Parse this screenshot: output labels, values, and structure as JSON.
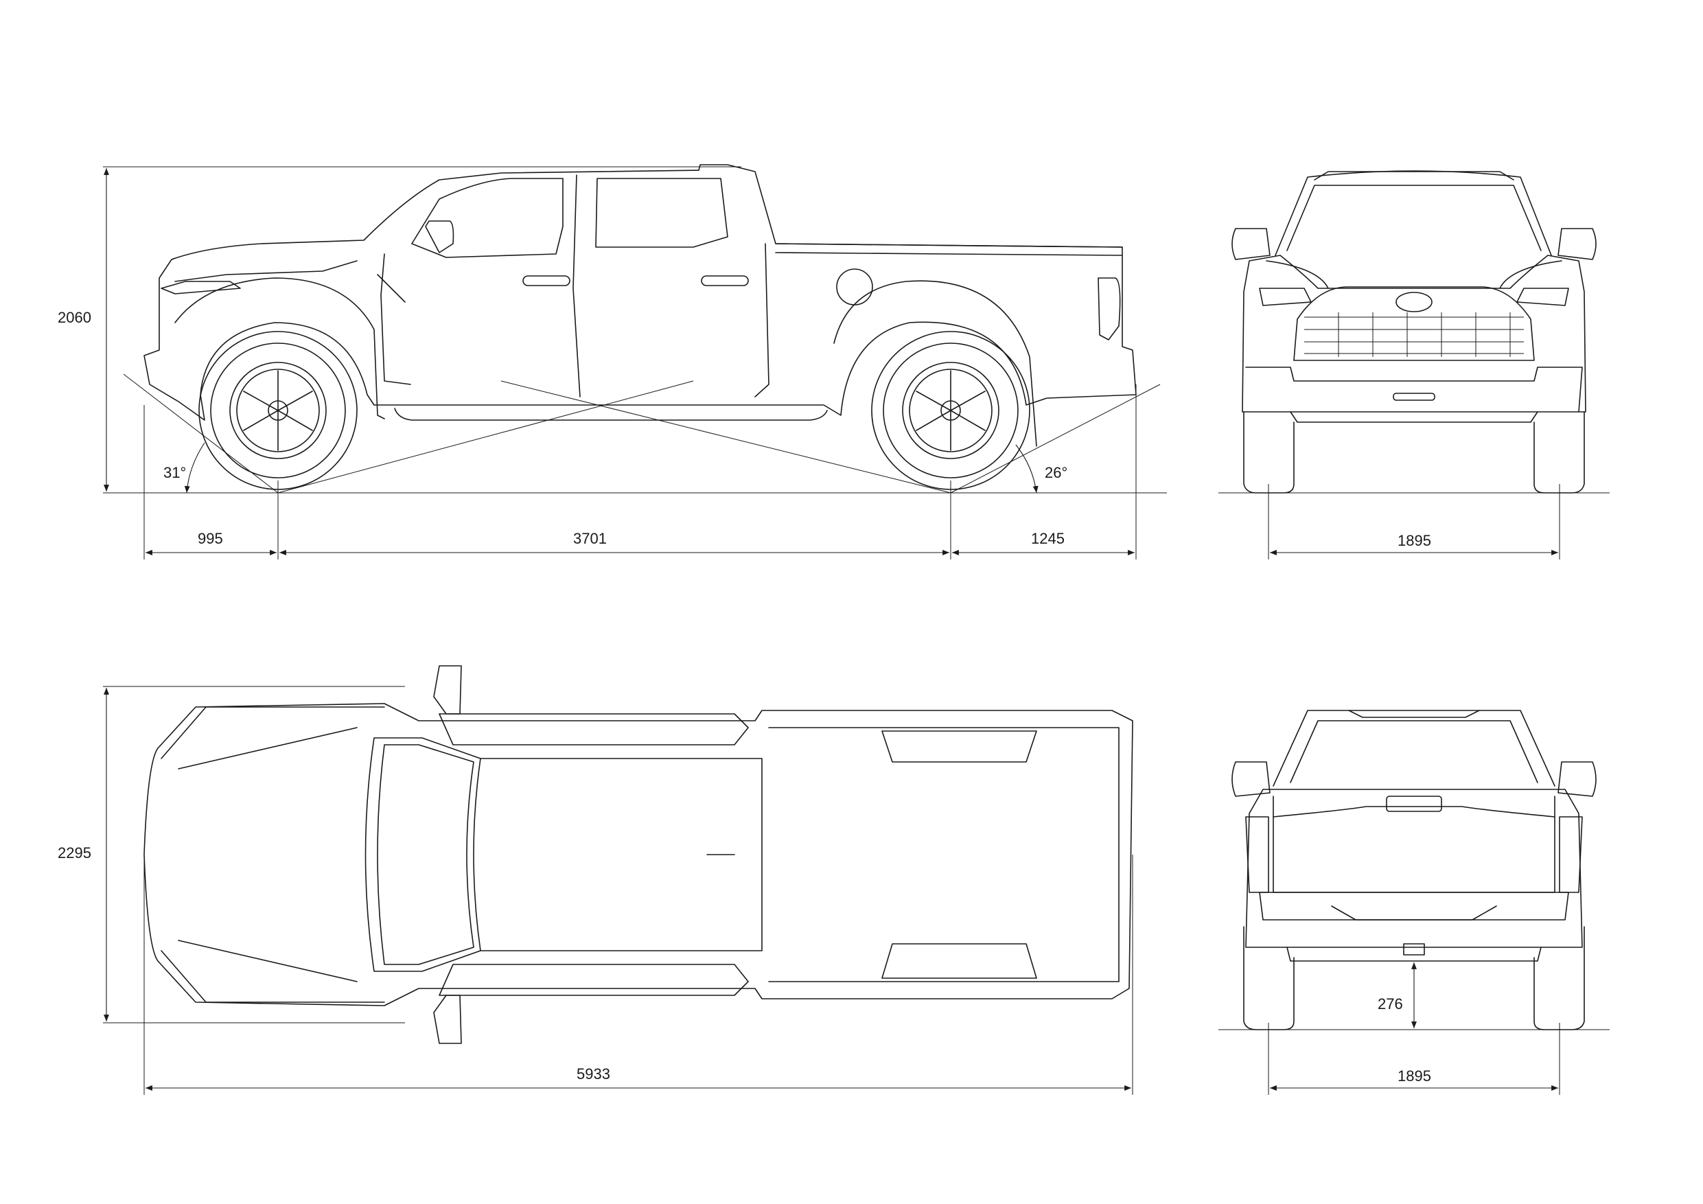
{
  "dimensions": {
    "height": "2060",
    "front_overhang": "995",
    "wheelbase": "3701",
    "rear_overhang": "1245",
    "width_front": "1895",
    "overall_width": "2295",
    "overall_length": "5933",
    "ground_clearance": "276",
    "width_rear": "1895",
    "approach_angle": "31°",
    "departure_angle": "26°"
  }
}
